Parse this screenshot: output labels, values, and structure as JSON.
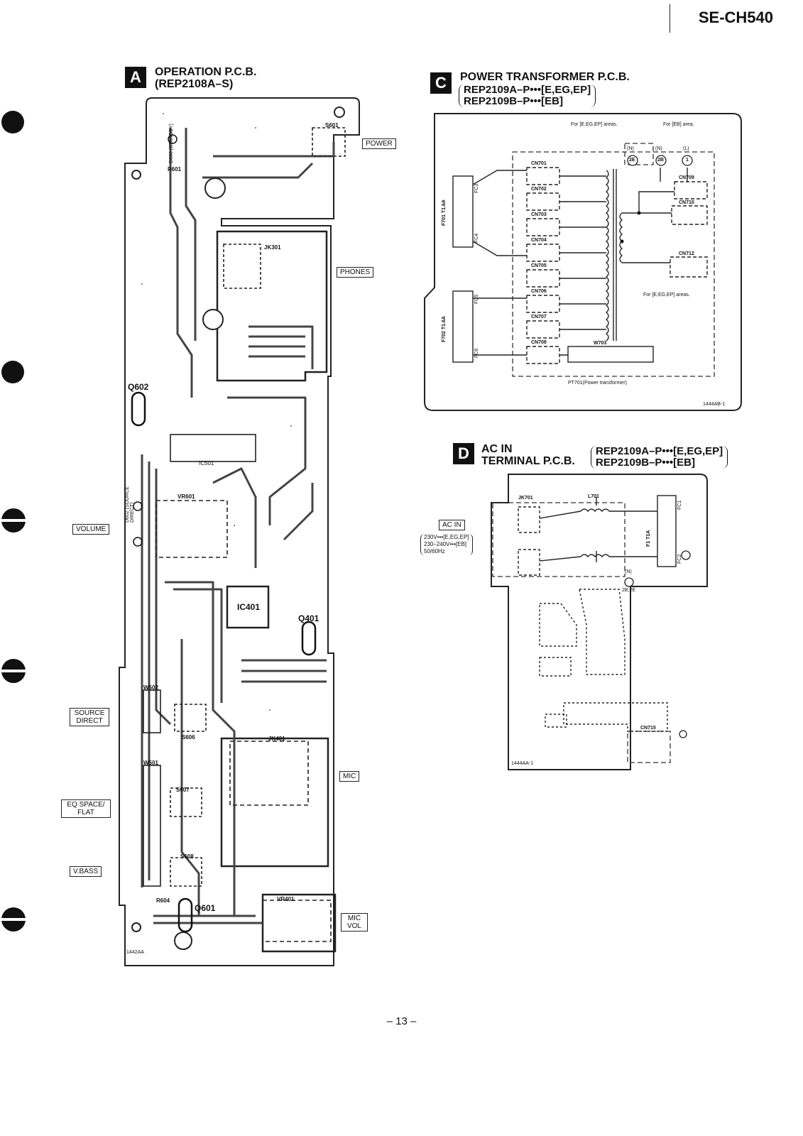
{
  "model": "SE-CH540",
  "page_number": "– 13 –",
  "section_a": {
    "letter": "A",
    "title": "OPERATION P.C.B.",
    "part": "(REP2108A–S)",
    "tags": {
      "power": "POWER",
      "phones": "PHONES",
      "volume": "VOLUME",
      "source_direct": "SOURCE DIRECT",
      "eq_space_flat": "EQ SPACE/ FLAT",
      "vbass": "V.BASS",
      "mic": "MIC",
      "mic_vol": "MIC VOL"
    },
    "labels": {
      "q602": "Q602",
      "q401": "Q401",
      "q601": "Q601",
      "ic401": "IC401",
      "ic501": "IC501",
      "jk301": "JK301",
      "jk401": "JK401",
      "vr601": "VR601",
      "vr401": "VR401",
      "s601": "S601",
      "s606": "S606",
      "s607": "S607",
      "s608": "S608",
      "w501": "W501",
      "w502": "W502",
      "r601": "R601",
      "r604": "R604",
      "d600": "D600 (STANDBY)",
      "d602": "D602 (SOURCE DIRECT)",
      "pcb_no": "1442AA"
    }
  },
  "section_c": {
    "letter": "C",
    "title": "POWER TRANSFORMER P.C.B.",
    "part_a": "REP2109A–P•••[E,EG,EP]",
    "part_b": "REP2109B–P•••[EB]",
    "note_eeg": "For [E,EG,EP] areas.",
    "note_eb": "For [EB] area.",
    "note_eeg2": "For [E,EG,EP] areas.",
    "connectors": [
      "CN701",
      "CN702",
      "CN703",
      "CN704",
      "CN705",
      "CN706",
      "CN707",
      "CN708"
    ],
    "right_connectors": [
      "CN709",
      "CN710",
      "CN712"
    ],
    "fuses": {
      "f701": "F701 T1.6A",
      "f702": "F702 T1.6A"
    },
    "fcs": [
      "FC3",
      "FC4",
      "FC5",
      "FC6"
    ],
    "w703": "W703",
    "transformer": "PT701(Power transformer)",
    "pcb_no": "1444AB-1",
    "terminals": {
      "n1": "(N)",
      "t2e": "2E",
      "n2": "(N)",
      "t2b": "2B",
      "l": "(L)",
      "t1": "1"
    }
  },
  "section_d": {
    "letter": "D",
    "title_line1": "AC IN",
    "title_line2": "TERMINAL P.C.B.",
    "part_a": "REP2109A–P•••[E,EG,EP]",
    "part_b": "REP2109B–P•••[EB]",
    "ac_in_tag": "AC IN",
    "voltage_lines": [
      "230V•••[E,EG,EP]",
      "230–240V•••[EB]",
      "50/60Hz"
    ],
    "jk701": "JK701",
    "l701": "L701",
    "fuse": "F1 T1A",
    "fc1": "FC1",
    "fc2": "FC2",
    "cn715": "CN715",
    "n_label": "(N)",
    "n_target": "2B,2E",
    "pcb_no": "1444AA-1"
  }
}
